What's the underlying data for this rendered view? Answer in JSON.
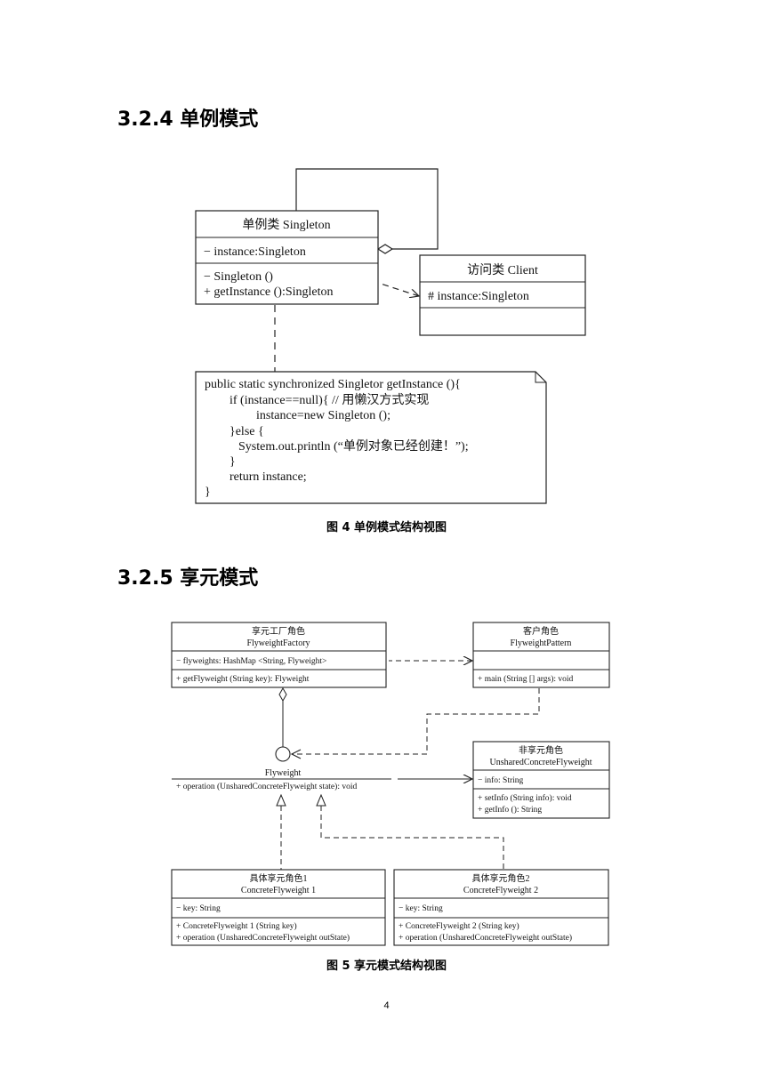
{
  "section1": {
    "heading": "3.2.4  单例模式",
    "singleton": {
      "name": "单例类 Singleton",
      "attr": "− instance:Singleton",
      "ops": [
        "− Singleton ()",
        "+ getInstance ():Singleton"
      ]
    },
    "client": {
      "name": "访问类 Client",
      "attr": "# instance:Singleton"
    },
    "note": {
      "lines": [
        "public static synchronized Singletor getInstance (){",
        "if (instance==null){ // 用懒汉方式实现",
        "instance=new Singleton ();",
        "}else {",
        "System.out.println (“单例对象已经创建！”);",
        "}",
        "return instance;",
        "}"
      ]
    },
    "caption": "图 4  单例模式结构视图"
  },
  "section2": {
    "heading": "3.2.5  享元模式",
    "factory": {
      "role": "享元工厂角色",
      "name": "FlyweightFactory",
      "attr": "− flyweights: HashMap <String, Flyweight>",
      "op": "+ getFlyweight (String key): Flyweight"
    },
    "client": {
      "role": "客户角色",
      "name": "FlyweightPattern",
      "op": "+ main (String [] args): void"
    },
    "flyweight": {
      "name": "Flyweight",
      "op": "+ operation (UnsharedConcreteFlyweight state): void"
    },
    "unshared": {
      "role": "非享元角色",
      "name": "UnsharedConcreteFlyweight",
      "attr": "− info: String",
      "ops": [
        "+ setInfo (String info): void",
        "+ getInfo (): String"
      ]
    },
    "concrete1": {
      "role": "具体享元角色1",
      "name": "ConcreteFlyweight  1",
      "attr": "− key: String",
      "ops": [
        "+ ConcreteFlyweight  1 (String key)",
        "+ operation (UnsharedConcreteFlyweight outState)"
      ]
    },
    "concrete2": {
      "role": "具体享元角色2",
      "name": "ConcreteFlyweight  2",
      "attr": "− key: String",
      "ops": [
        "+ ConcreteFlyweight  2 (String key)",
        "+ operation (UnsharedConcreteFlyweight outState)"
      ]
    },
    "caption": "图 5  享元模式结构视图"
  },
  "page_number": "4"
}
